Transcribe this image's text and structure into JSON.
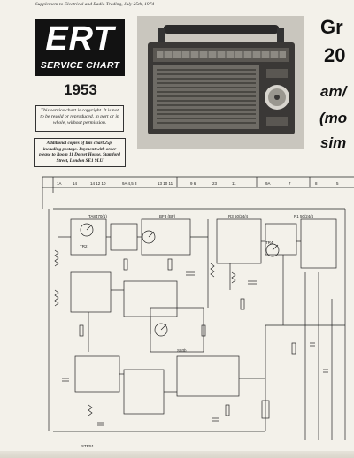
{
  "header": {
    "supplement_line": "Supplement to Electrical and Radio Trading, July 25th, 1974"
  },
  "logo": {
    "letters": "ERT",
    "subtitle": "SERVICE CHART"
  },
  "chart_number": "1953",
  "notice": {
    "copyright_text": "This service chart is copyright. It is not to be resold or reproduced, in part or in whole, without permission."
  },
  "copies": {
    "text": "Additional copies of this chart 25p, including postage. Payment with order please to Room 11 Dorset House, Stamford Street, London SE1 9LU"
  },
  "title": {
    "line1": "Gr",
    "line2": "20",
    "line3": "am/",
    "line4": "(mo",
    "line5": "sim"
  },
  "schematic": {
    "top_labels": [
      "1A",
      "14",
      "14 12 10",
      "9A 4,5 3",
      "13 10 11",
      "9 6",
      "23",
      "11",
      "9A",
      "7",
      "8",
      "5"
    ],
    "transistor_labels": [
      "TR2",
      "TR4"
    ],
    "component_labels": [
      "R3 50/24/4",
      "R1 50/24/4",
      "TA8470(1)",
      "BF3 (BF)",
      "STR51",
      "S03b"
    ]
  },
  "colors": {
    "paper": "#f3f1ea",
    "ink": "#121212",
    "logo_bg": "#121212"
  }
}
